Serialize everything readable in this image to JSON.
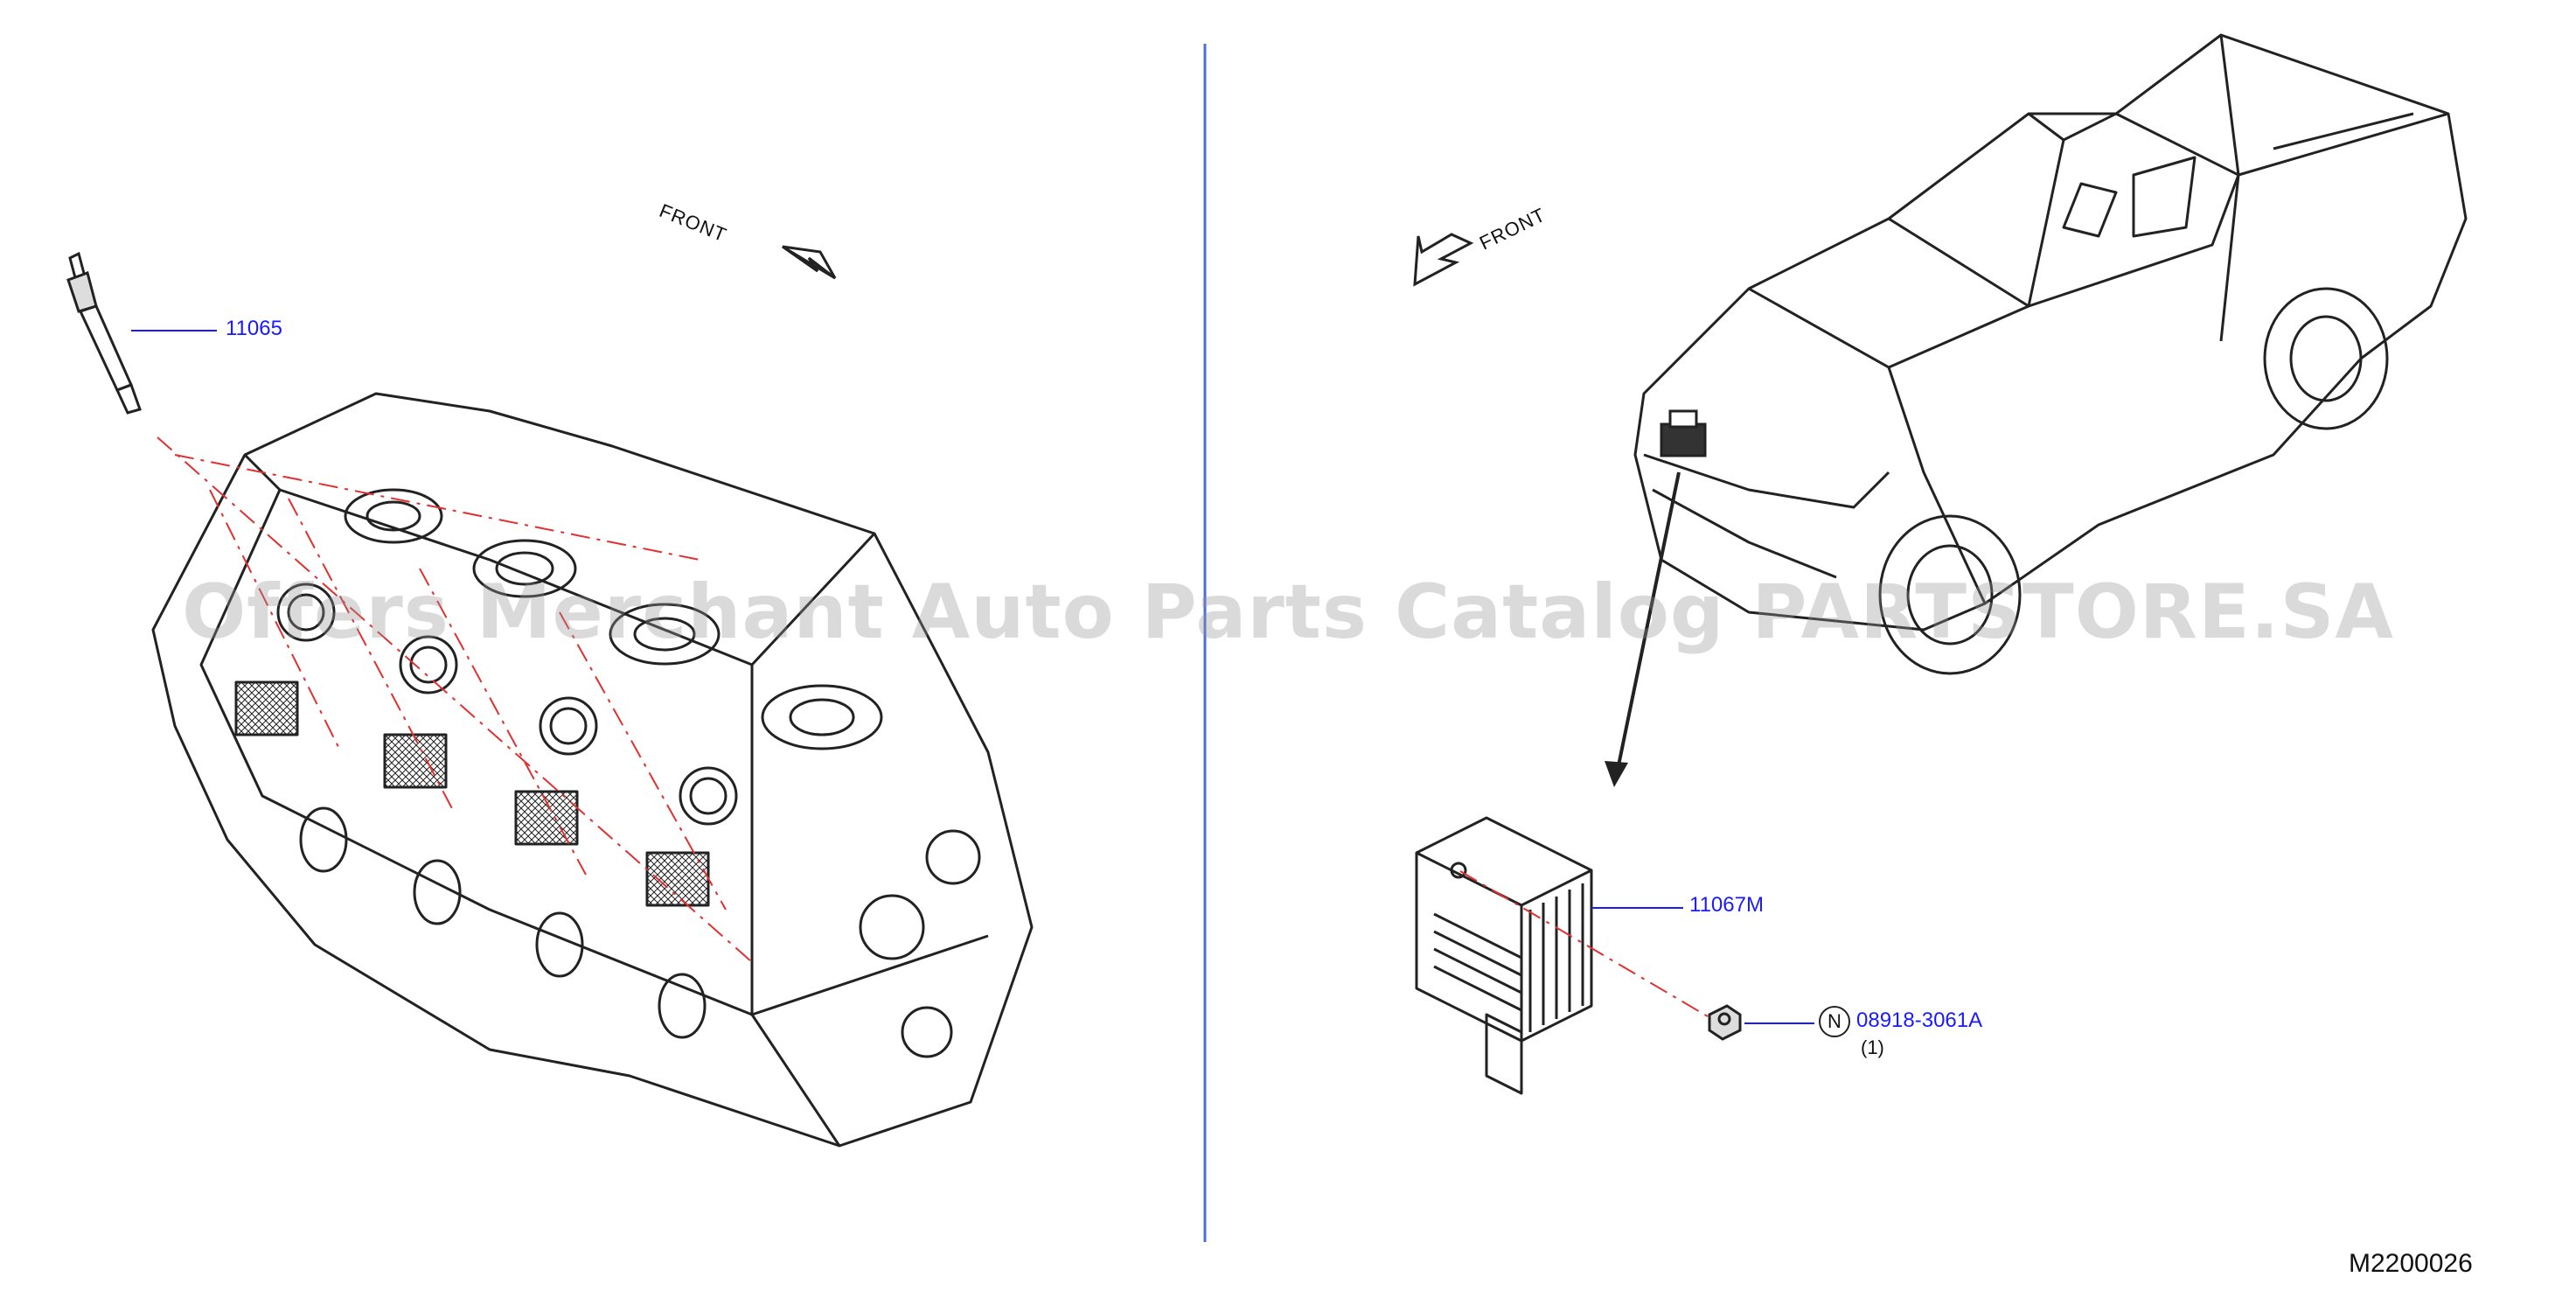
{
  "diagram": {
    "code": "M2200026",
    "front_label": "FRONT",
    "watermark": "Offers Merchant Auto Parts Catalog PARTSTORE.SA",
    "colors": {
      "line": "#222222",
      "callout": "#1a1aff",
      "leader": "#e03030",
      "divider": "#4a6fd6"
    },
    "parts": [
      {
        "id": "p1",
        "number": "11065",
        "icon": "glow-plug-icon"
      },
      {
        "id": "p2",
        "number": "11067M",
        "icon": "glow-relay-icon"
      },
      {
        "id": "p3",
        "number": "08918-3061A",
        "prefix": "N",
        "quantity": "(1)",
        "icon": "nut-icon"
      }
    ]
  }
}
